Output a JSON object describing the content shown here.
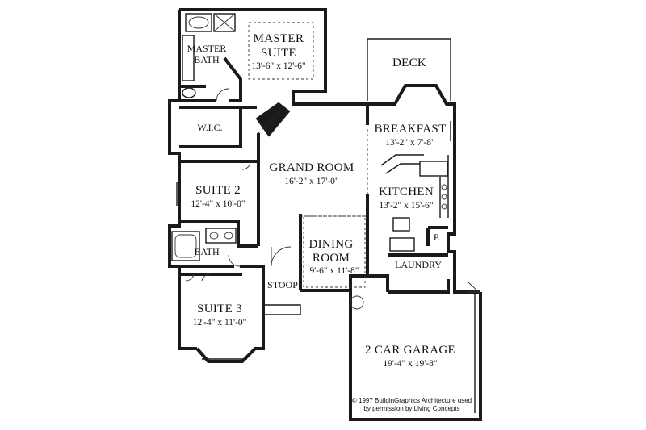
{
  "rooms": {
    "master_suite": {
      "name_line1": "MASTER",
      "name_line2": "SUITE",
      "dims": "13'-6\" x 12'-6\""
    },
    "master_bath": {
      "name_line1": "MASTER",
      "name_line2": "BATH"
    },
    "deck": {
      "name": "DECK"
    },
    "wic": {
      "name": "W.I.C."
    },
    "breakfast": {
      "name": "BREAKFAST",
      "dims": "13'-2\" x 7'-8\""
    },
    "grand_room": {
      "name": "GRAND ROOM",
      "dims": "16'-2\" x 17'-0\""
    },
    "suite2": {
      "name": "SUITE 2",
      "dims": "12'-4\" x 10'-0\""
    },
    "kitchen": {
      "name": "KITCHEN",
      "dims": "13'-2\" x 15'-6\""
    },
    "pantry": {
      "name": "P."
    },
    "bath": {
      "name": "BATH"
    },
    "dining_room": {
      "name_line1": "DINING",
      "name_line2": "ROOM",
      "dims": "9'-6\" x 11'-8\""
    },
    "laundry": {
      "name": "LAUNDRY"
    },
    "stoop": {
      "name": "STOOP"
    },
    "suite3": {
      "name": "SUITE 3",
      "dims": "12'-4\" x 11'-0\""
    },
    "garage": {
      "name": "2 CAR GARAGE",
      "dims": "19'-4\" x 19'-8\""
    }
  },
  "copyright": {
    "line1": "© 1997 BuildinGraphics Architecture used",
    "line2": "by permission by Living Concepts"
  }
}
